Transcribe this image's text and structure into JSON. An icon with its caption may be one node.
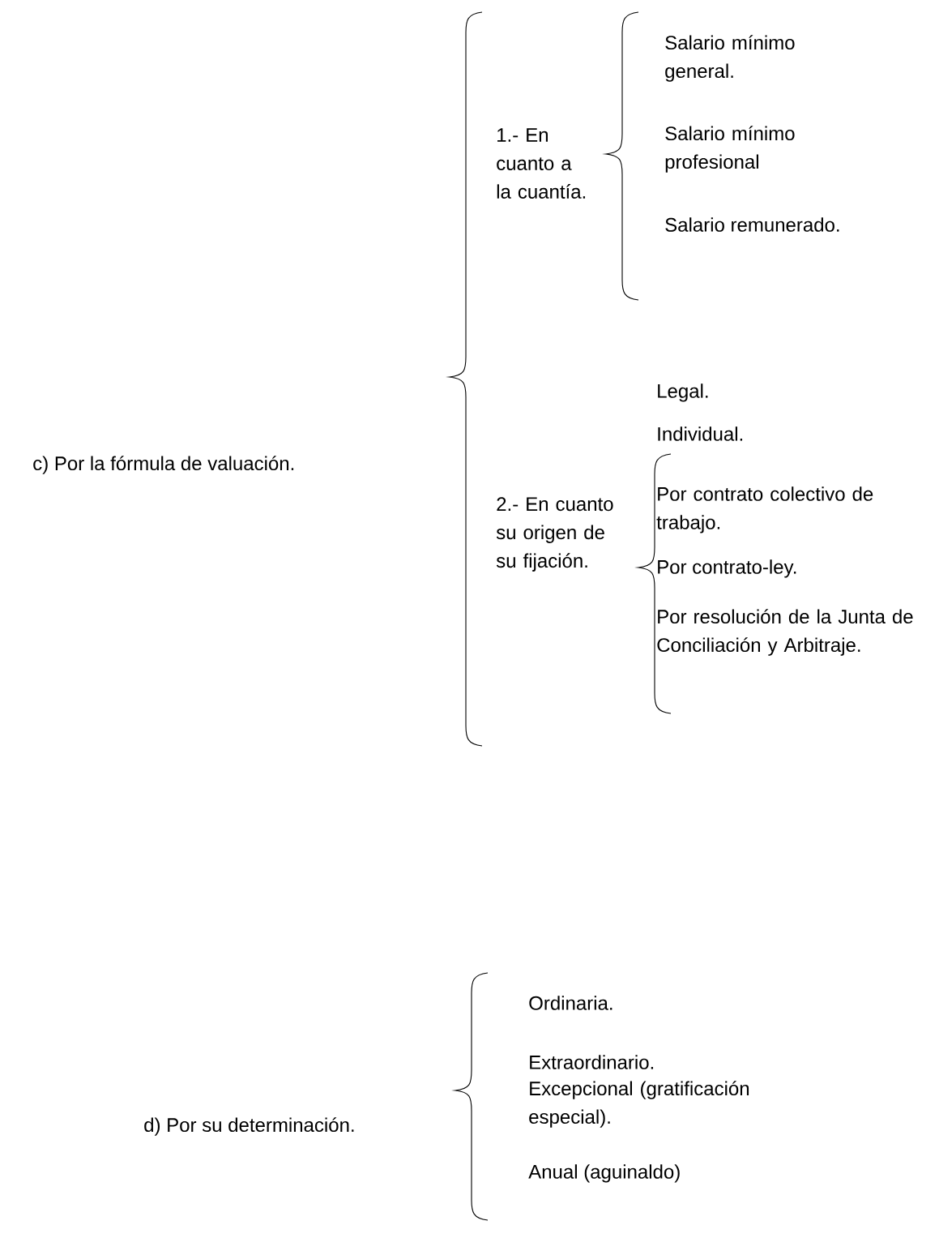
{
  "diagram": {
    "labels": [
      "c) Por la fórmula de valuación.",
      "1.- En cuanto a la cuantía.",
      "Salario mínimo general.",
      "Salario mínimo profesional",
      "Salario remunerado.",
      "2.- En cuanto su origen de su fijación.",
      "Legal.",
      "Individual.",
      "Por contrato colectivo de trabajo.",
      "Por contrato-ley.",
      "Por resolución de la Junta de Conciliación y Arbitraje.",
      "d) Por su determinación.",
      "Ordinaria.",
      "Extraordinario.",
      "Excepcional (gratificación especial).",
      "Anual (aguinaldo)"
    ]
  }
}
